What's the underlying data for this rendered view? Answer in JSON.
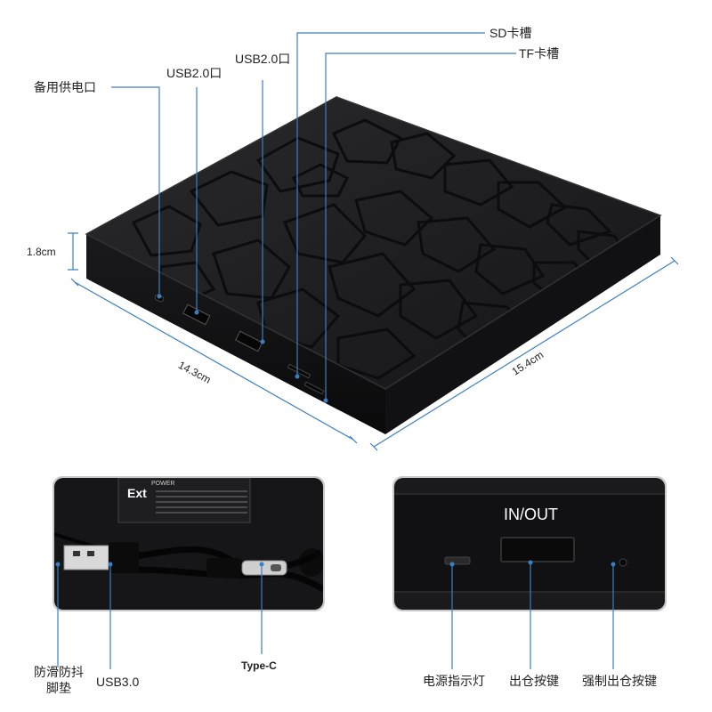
{
  "colors": {
    "callout_line": "#3a7fc4",
    "device_body": "#1c1c1e",
    "device_edge": "#0d0d0f",
    "panel_border": "#c8c8c8",
    "text": "#222222"
  },
  "top_labels": {
    "sd_slot": "SD卡槽",
    "tf_slot": "TF卡槽",
    "usb2_left": "USB2.0口",
    "usb2_right": "USB2.0口",
    "backup_power": "备用供电口"
  },
  "dimensions": {
    "height": "1.8cm",
    "depth": "14.3cm",
    "width": "15.4cm"
  },
  "bottom_left_panel": {
    "anti_slip_pad": "防滑防抖\n脚垫",
    "usb3": "USB3.0",
    "type_c": "Type-C",
    "label_fragment_brand": "Ext",
    "label_fragment_power": "POWER"
  },
  "bottom_right_panel": {
    "in_out": "IN/OUT",
    "power_indicator": "电源指示灯",
    "eject_button": "出仓按键",
    "force_eject_button": "强制出仓按键"
  }
}
